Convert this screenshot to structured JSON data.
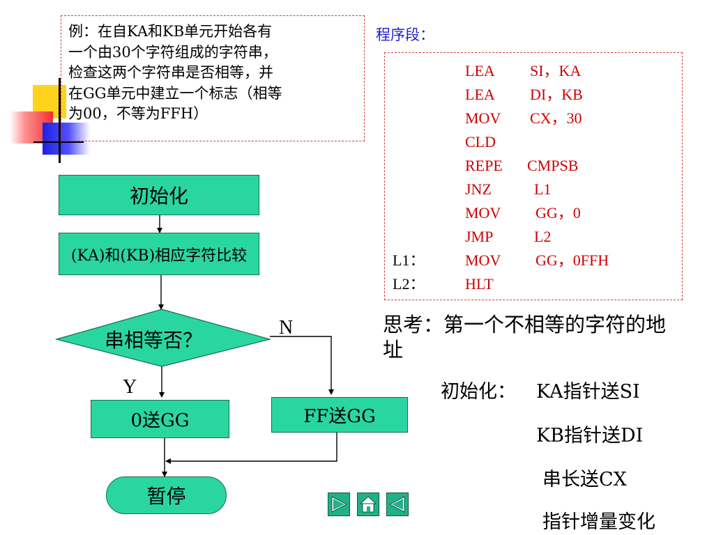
{
  "problem": {
    "lines": [
      "例：在自KA和KB单元开始各有",
      "一个由30个字符组成的字符串，",
      "检查这两个字符串是否相等，并",
      "在GG单元中建立一个标志（相等",
      "为00，不等为FFH）"
    ]
  },
  "program": {
    "title": "程序段：",
    "lines": [
      {
        "label": "",
        "op": "LEA",
        "operand": "SI，KA"
      },
      {
        "label": "",
        "op": "LEA",
        "operand": "DI，KB"
      },
      {
        "label": "",
        "op": "MOV",
        "operand": "CX，30"
      },
      {
        "label": "",
        "op": "CLD",
        "operand": ""
      },
      {
        "label": "",
        "op": "REPE",
        "operand": "CMPSB"
      },
      {
        "label": "",
        "op": "JNZ",
        "operand": "L1"
      },
      {
        "label": "",
        "op": "MOV",
        "operand": "GG，0"
      },
      {
        "label": "",
        "op": "JMP",
        "operand": "L2"
      },
      {
        "label": "L1：",
        "op": "MOV",
        "operand": "GG，0FFH"
      },
      {
        "label": "L2：",
        "op": "HLT",
        "operand": ""
      }
    ]
  },
  "flowchart": {
    "init": "初始化",
    "compare": "(KA)和(KB)相应字符比较",
    "decision": "串相等否？",
    "yes_label": "Y",
    "no_label": "N",
    "zero_to_gg": "0送GG",
    "ff_to_gg": "FF送GG",
    "halt": "暂停",
    "colors": {
      "fill": "#2ad6a0",
      "stroke": "#1a6a50"
    }
  },
  "notes": {
    "think": "思考：第一个不相等的字符的地址",
    "init_label": "初始化：",
    "items": [
      "KA指针送SI",
      "KB指针送DI",
      "串长送CX",
      "指针增量变化"
    ]
  },
  "nav": {
    "next_icon": "play-right-icon",
    "home_icon": "home-icon",
    "prev_icon": "play-left-icon"
  }
}
